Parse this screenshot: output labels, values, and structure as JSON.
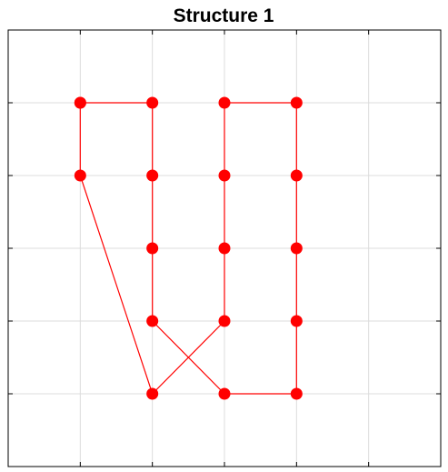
{
  "chart_data": {
    "type": "line",
    "title": "Structure 1",
    "xlabel": "",
    "ylabel": "",
    "xlim": [
      0,
      6
    ],
    "ylim": [
      0,
      6
    ],
    "x_ticks": [
      1,
      2,
      3,
      4,
      5
    ],
    "y_ticks": [
      1,
      2,
      3,
      4,
      5
    ],
    "grid": true,
    "tick_labels_shown": false,
    "series": [
      {
        "x": [
          1,
          2,
          2,
          2,
          2,
          3,
          4,
          4,
          4,
          4,
          4,
          3,
          3,
          3,
          3,
          2,
          1,
          1
        ],
        "y": [
          5,
          5,
          4,
          3,
          2,
          1,
          1,
          2,
          3,
          4,
          5,
          5,
          4,
          3,
          2,
          1,
          4,
          5
        ],
        "color": "#ff0000",
        "marker": "circle"
      }
    ]
  }
}
